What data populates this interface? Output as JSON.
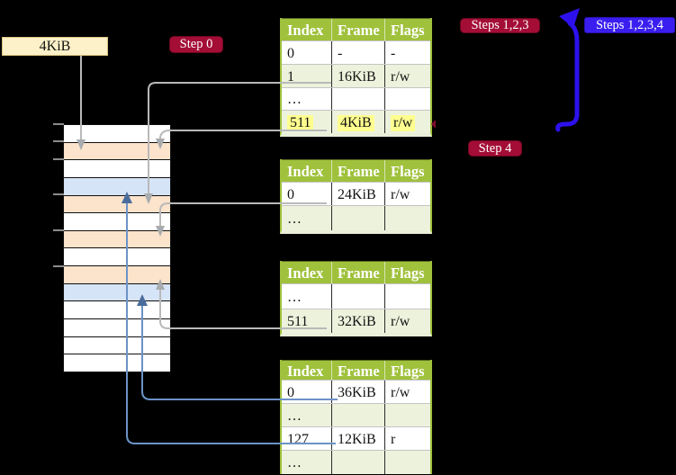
{
  "colors": {
    "bg": "#000000",
    "green": "#9fc13c",
    "light-row": "#edf2dc",
    "peach": "#fce3cb",
    "blue-row": "#d6e4f7",
    "tan": "#fcf1c9",
    "tan-border": "#d9c27e",
    "crimson": "#a30d36",
    "badge-blue": "#3a1ef0",
    "arrow-blue": "#2d11ec",
    "line-gray": "#b9b9b9",
    "head-gray": "#a9acae",
    "line-steel": "#6b93c6",
    "head-steel": "#4a6d9c",
    "yellow": "#ffff8f",
    "tick": "#8c8c8c"
  },
  "cr3_box": {
    "label": "4KiB"
  },
  "badges": {
    "step0": "Step 0",
    "steps123": "Steps 1,2,3",
    "steps1234": "Steps 1,2,3,4",
    "step4": "Step 4"
  },
  "memory": {
    "rows": [
      "white",
      "peach",
      "white",
      "blue-row",
      "peach",
      "white",
      "peach",
      "white",
      "peach",
      "blue-row",
      "white",
      "white",
      "white",
      "white"
    ]
  },
  "tables": [
    {
      "headers": [
        "Index",
        "Frame",
        "Flags"
      ],
      "rows": [
        {
          "cells": [
            "0",
            "-",
            "-"
          ]
        },
        {
          "cells": [
            "1",
            "16KiB",
            "r/w"
          ]
        },
        {
          "cells": [
            "…",
            "",
            ""
          ]
        },
        {
          "cells": [
            "511",
            "4KiB",
            "r/w"
          ],
          "highlight": true
        }
      ]
    },
    {
      "headers": [
        "Index",
        "Frame",
        "Flags"
      ],
      "rows": [
        {
          "cells": [
            "0",
            "24KiB",
            "r/w"
          ]
        },
        {
          "cells": [
            "…",
            "",
            ""
          ]
        }
      ]
    },
    {
      "headers": [
        "Index",
        "Frame",
        "Flags"
      ],
      "rows": [
        {
          "cells": [
            "…",
            "",
            ""
          ]
        },
        {
          "cells": [
            "511",
            "32KiB",
            "r/w"
          ]
        }
      ]
    },
    {
      "headers": [
        "Index",
        "Frame",
        "Flags"
      ],
      "rows": [
        {
          "cells": [
            "0",
            "36KiB",
            "r/w"
          ]
        },
        {
          "cells": [
            "…",
            "",
            ""
          ]
        },
        {
          "cells": [
            "127",
            "12KiB",
            "r"
          ]
        },
        {
          "cells": [
            "…",
            "",
            ""
          ]
        }
      ]
    }
  ]
}
